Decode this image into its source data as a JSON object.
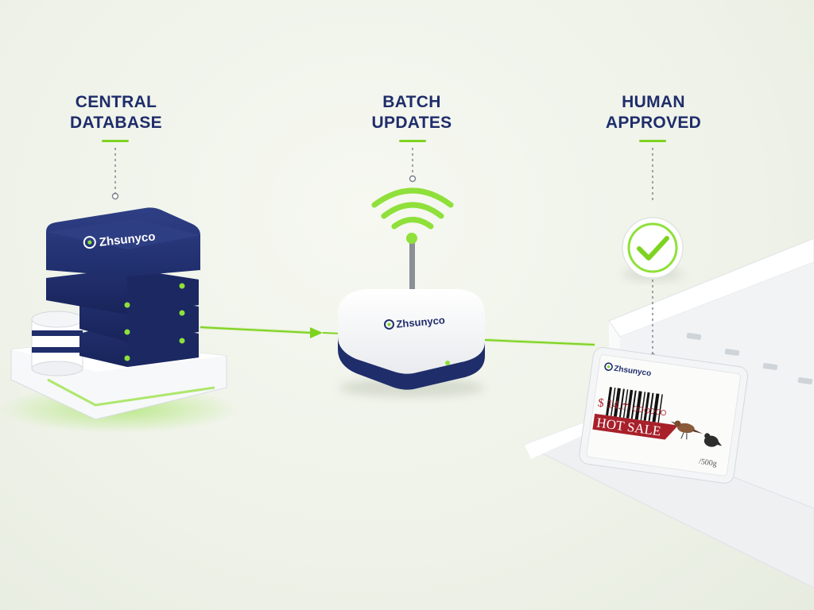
{
  "colors": {
    "navy": "#1f2d6b",
    "accent_green": "#7ed321",
    "background": "#eef2e8",
    "sale_red": "#a8202a"
  },
  "stages": [
    {
      "id": "central-database",
      "title_lines": [
        "CENTRAL",
        "DATABASE"
      ],
      "illustration": "server-stack-with-database-cylinder"
    },
    {
      "id": "batch-updates",
      "title_lines": [
        "BATCH",
        "UPDATES"
      ],
      "illustration": "wireless-gateway-router"
    },
    {
      "id": "human-approved",
      "title_lines": [
        "HUMAN",
        "APPROVED"
      ],
      "illustration": "check-badge-and-shelf-label"
    }
  ],
  "brand": {
    "logo_text": "Zhsunyco"
  },
  "shelf_label": {
    "brand_text": "Zhsunyco",
    "price_text": "$ 14.ෆ ထထထ",
    "sale_text": "HOT SALE",
    "weight_text": "/500g"
  },
  "icons": {
    "status_badge": "checkmark-icon",
    "signal": "wifi-signal-icon",
    "flow_arrow": "arrow-right-icon"
  }
}
